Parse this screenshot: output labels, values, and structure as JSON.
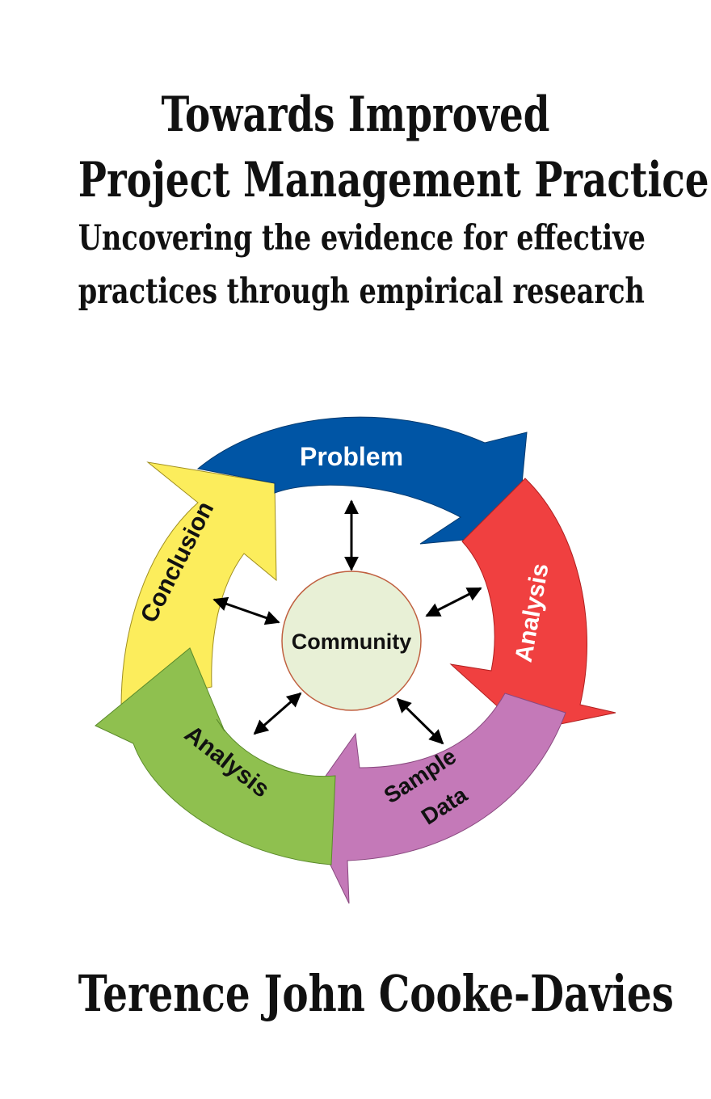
{
  "title": {
    "line1": "Towards Improved",
    "line2": "Project Management Practice:",
    "line3": "Uncovering the evidence for effective",
    "line4": "practices through empirical research"
  },
  "diagram": {
    "center_label": "Community",
    "center_fill": "#e8f0d6",
    "segments": [
      {
        "label": "Problem",
        "color": "#0055a5",
        "text_color": "#ffffff"
      },
      {
        "label": "Analysis",
        "color": "#f04040",
        "text_color": "#ffffff"
      },
      {
        "label": "Sample",
        "label2": "Data",
        "color": "#c479b8",
        "text_color": "#111111"
      },
      {
        "label": "Analysis",
        "color": "#8fc04f",
        "text_color": "#111111"
      },
      {
        "label": "Conclusion",
        "color": "#fced5c",
        "text_color": "#111111"
      }
    ]
  },
  "author": "Terence John Cooke-Davies"
}
